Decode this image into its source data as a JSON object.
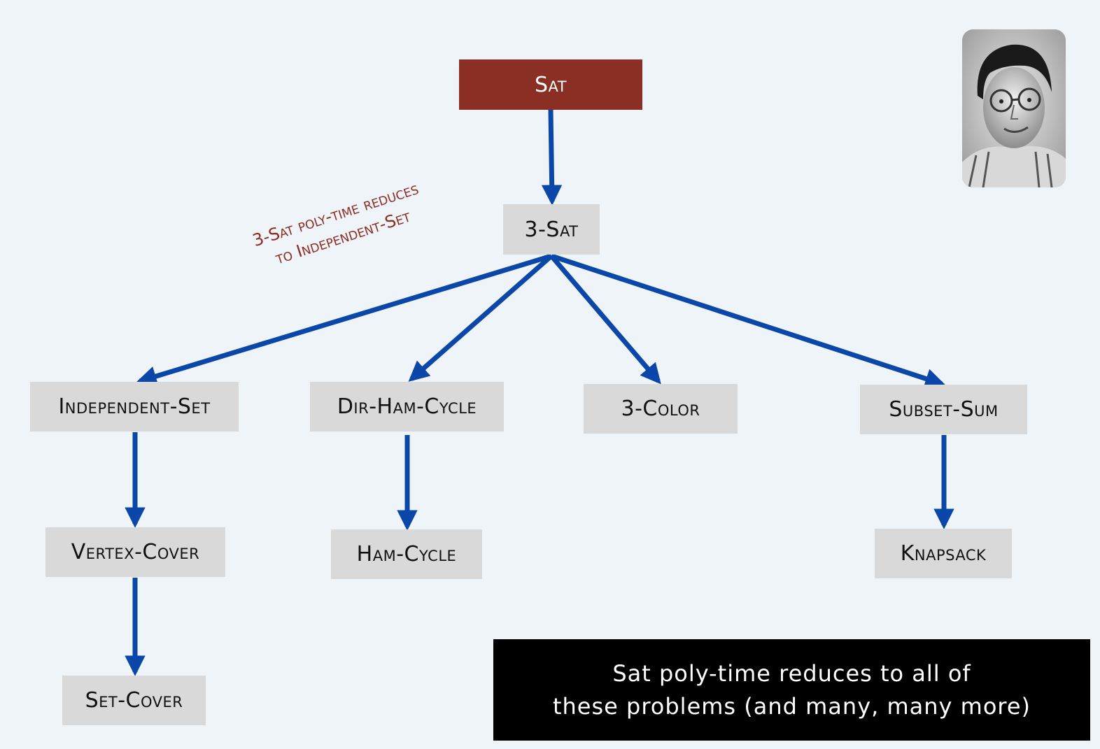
{
  "colors": {
    "background": "#eef4f8",
    "root_fill": "#8b2e24",
    "node_fill": "#d9d9d9",
    "arrow": "#0a47a8",
    "label": "#8b2e24",
    "callout_fill": "#000000"
  },
  "nodes": {
    "sat": "Sat",
    "three_sat": "3-Sat",
    "independent_set": "Independent-Set",
    "dir_ham_cycle": "Dir-Ham-Cycle",
    "three_color": "3-Color",
    "subset_sum": "Subset-Sum",
    "vertex_cover": "Vertex-Cover",
    "ham_cycle": "Ham-Cycle",
    "knapsack": "Knapsack",
    "set_cover": "Set-Cover"
  },
  "edge_label": {
    "line1": "3-Sat poly-time reduces",
    "line2": "to Independent-Set"
  },
  "callout": {
    "line1": "Sat poly-time reduces to all of",
    "line2": "these problems (and many, many more)"
  },
  "portrait_icon": "person-portrait-icon"
}
